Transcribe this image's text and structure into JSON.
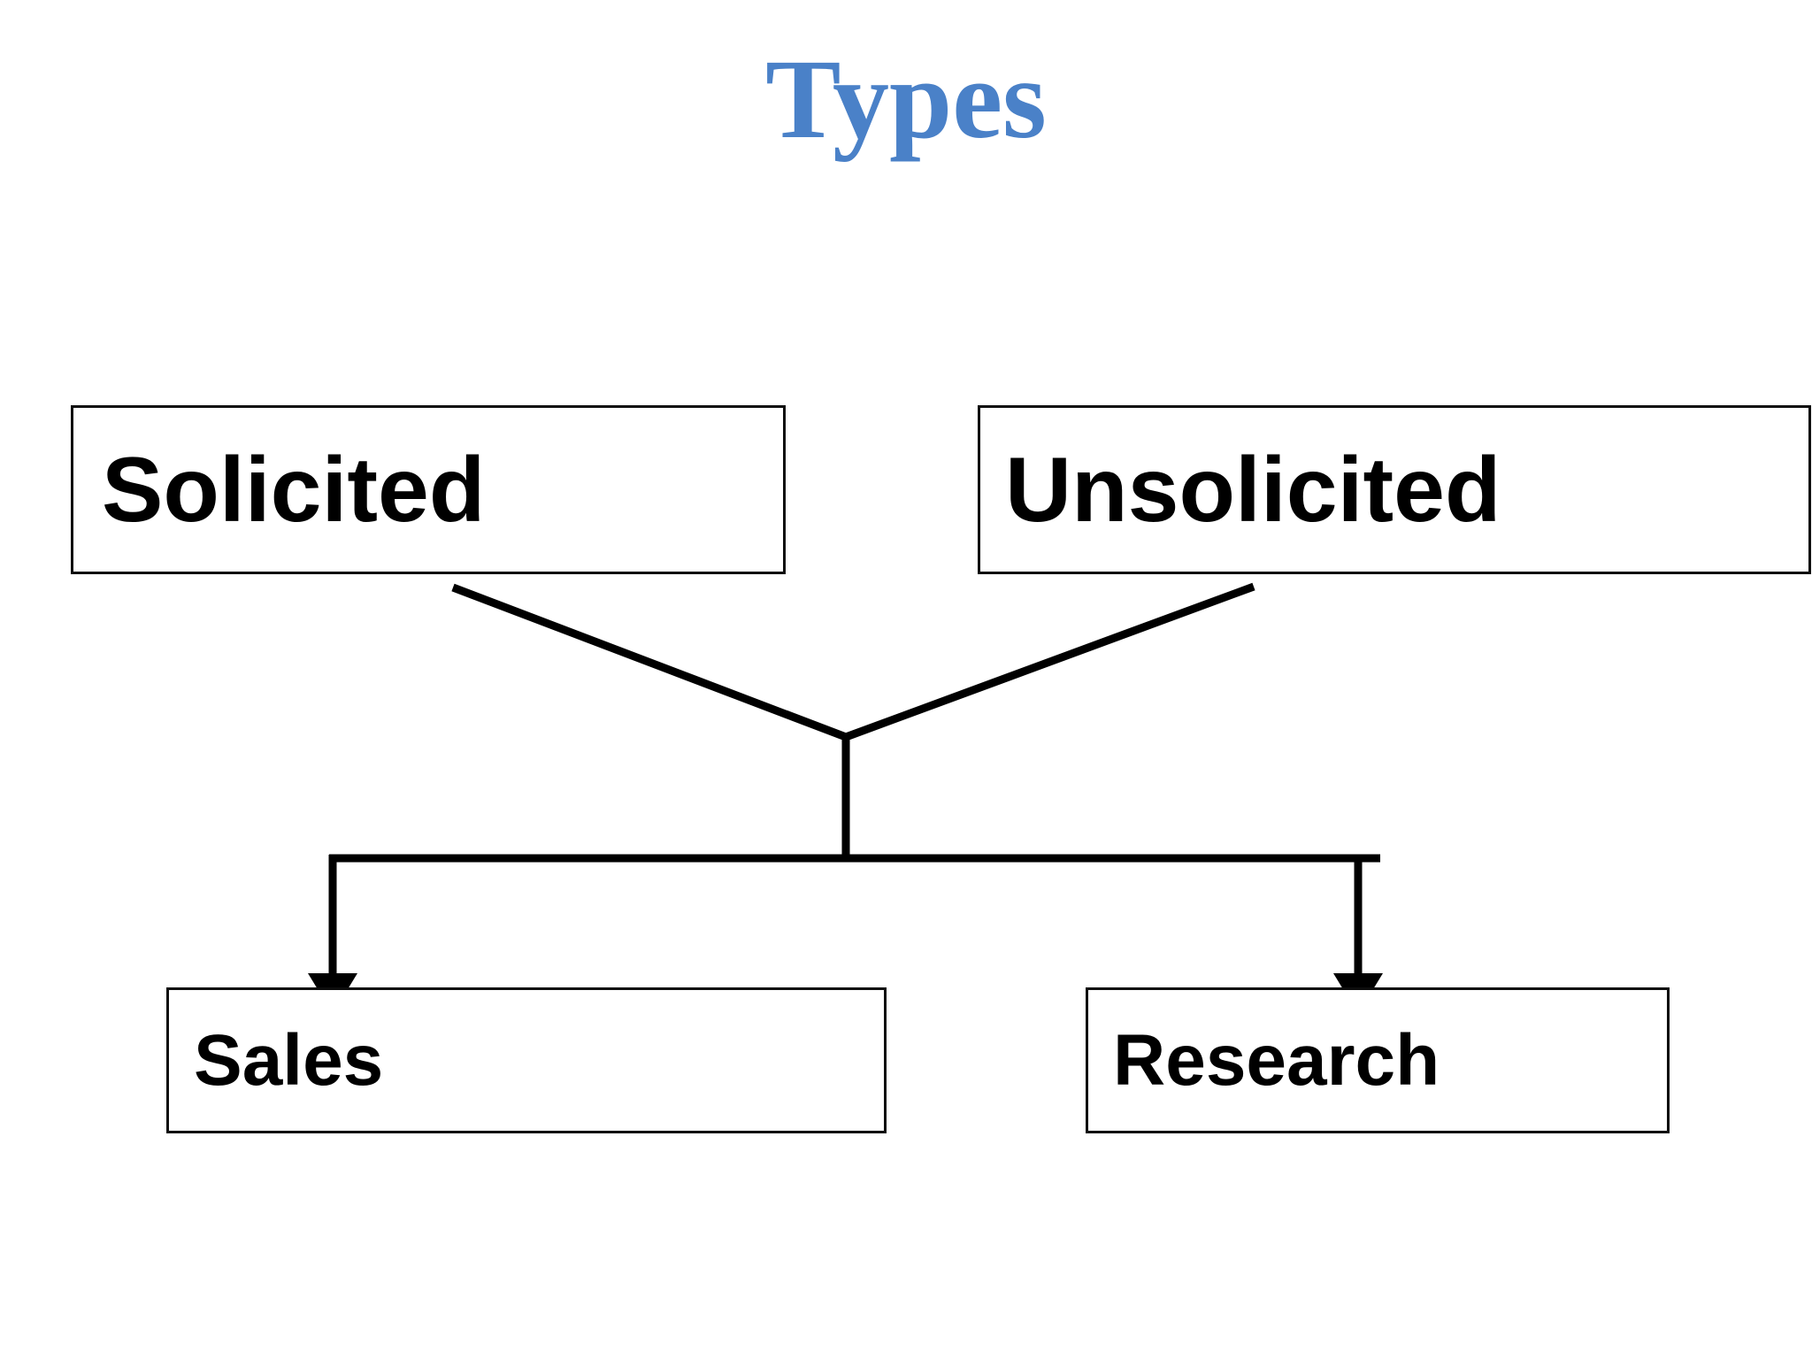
{
  "slide": {
    "title": "Types",
    "title_color": "#4a81c8",
    "background_color": "#ffffff",
    "line_color": "#000000",
    "box_border_color": "#0d0d0d",
    "text_color": "#000000"
  },
  "diagram": {
    "type": "flowchart",
    "orientation": "top-down",
    "nodes": [
      {
        "id": "solicited",
        "label": "Solicited",
        "row": "top",
        "column": "left"
      },
      {
        "id": "unsolicited",
        "label": "Unsolicited",
        "row": "top",
        "column": "right"
      },
      {
        "id": "sales",
        "label": "Sales",
        "row": "bottom",
        "column": "left"
      },
      {
        "id": "research",
        "label": "Research",
        "row": "bottom",
        "column": "right"
      }
    ],
    "edges": [
      {
        "from": "solicited",
        "to": "junction",
        "arrow": false
      },
      {
        "from": "unsolicited",
        "to": "junction",
        "arrow": false
      },
      {
        "from": "junction",
        "to": "sales",
        "arrow": true
      },
      {
        "from": "junction",
        "to": "research",
        "arrow": true
      }
    ]
  }
}
